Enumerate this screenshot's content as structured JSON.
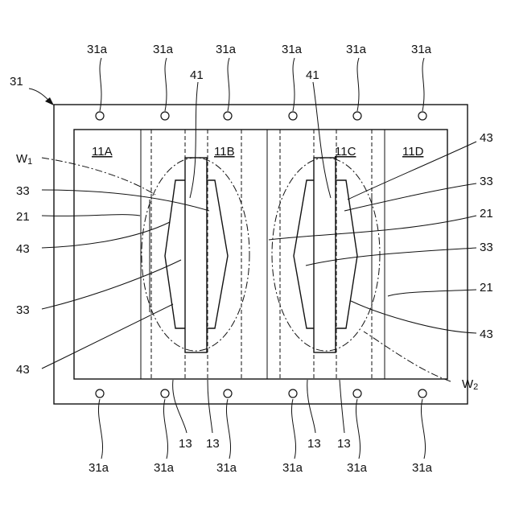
{
  "labels": {
    "frame": "31",
    "hole": "31a",
    "region_a": "11A",
    "region_b": "11B",
    "region_c": "11C",
    "region_d": "11D",
    "w1_main": "W",
    "w1_sub": "1",
    "w2_main": "W",
    "w2_sub": "2",
    "ref_33": "33",
    "ref_21": "21",
    "ref_43": "43",
    "ref_41": "41",
    "ref_13": "13"
  },
  "colors": {
    "line": "#111111",
    "background": "#ffffff"
  }
}
